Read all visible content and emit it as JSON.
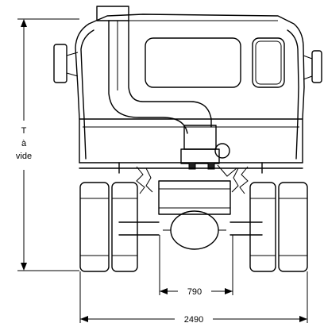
{
  "dimensions": {
    "height_label_line1": "T",
    "height_label_line2": "à",
    "height_label_line3": "vide",
    "inner_width": "790",
    "overall_width": "2490"
  }
}
